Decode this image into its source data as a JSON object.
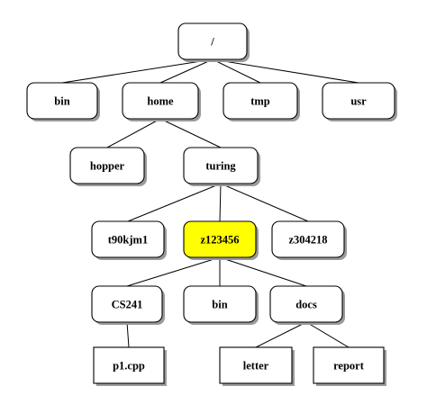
{
  "diagram": {
    "type": "directory-tree",
    "colors": {
      "node_fill": "#ffffff",
      "highlight_fill": "#ffff00",
      "border": "#000000",
      "shadow": "#9a9a9a"
    },
    "nodes": [
      {
        "id": "root",
        "label": "/",
        "parent": null,
        "shape": "rounded"
      },
      {
        "id": "bin",
        "label": "bin",
        "parent": "root",
        "shape": "rounded"
      },
      {
        "id": "home",
        "label": "home",
        "parent": "root",
        "shape": "rounded"
      },
      {
        "id": "tmp",
        "label": "tmp",
        "parent": "root",
        "shape": "rounded"
      },
      {
        "id": "usr",
        "label": "usr",
        "parent": "root",
        "shape": "rounded"
      },
      {
        "id": "hopper",
        "label": "hopper",
        "parent": "home",
        "shape": "rounded"
      },
      {
        "id": "turing",
        "label": "turing",
        "parent": "home",
        "shape": "rounded"
      },
      {
        "id": "t90kjm1",
        "label": "t90kjm1",
        "parent": "turing",
        "shape": "rounded"
      },
      {
        "id": "z123456",
        "label": "z123456",
        "parent": "turing",
        "shape": "rounded",
        "highlight": true
      },
      {
        "id": "z304218",
        "label": "z304218",
        "parent": "turing",
        "shape": "rounded"
      },
      {
        "id": "cs241",
        "label": "CS241",
        "parent": "z123456",
        "shape": "rounded"
      },
      {
        "id": "bin2",
        "label": "bin",
        "parent": "z123456",
        "shape": "rounded"
      },
      {
        "id": "docs",
        "label": "docs",
        "parent": "z123456",
        "shape": "rounded"
      },
      {
        "id": "p1cpp",
        "label": "p1.cpp",
        "parent": "cs241",
        "shape": "square"
      },
      {
        "id": "letter",
        "label": "letter",
        "parent": "docs",
        "shape": "square"
      },
      {
        "id": "report",
        "label": "report",
        "parent": "docs",
        "shape": "square"
      }
    ]
  }
}
